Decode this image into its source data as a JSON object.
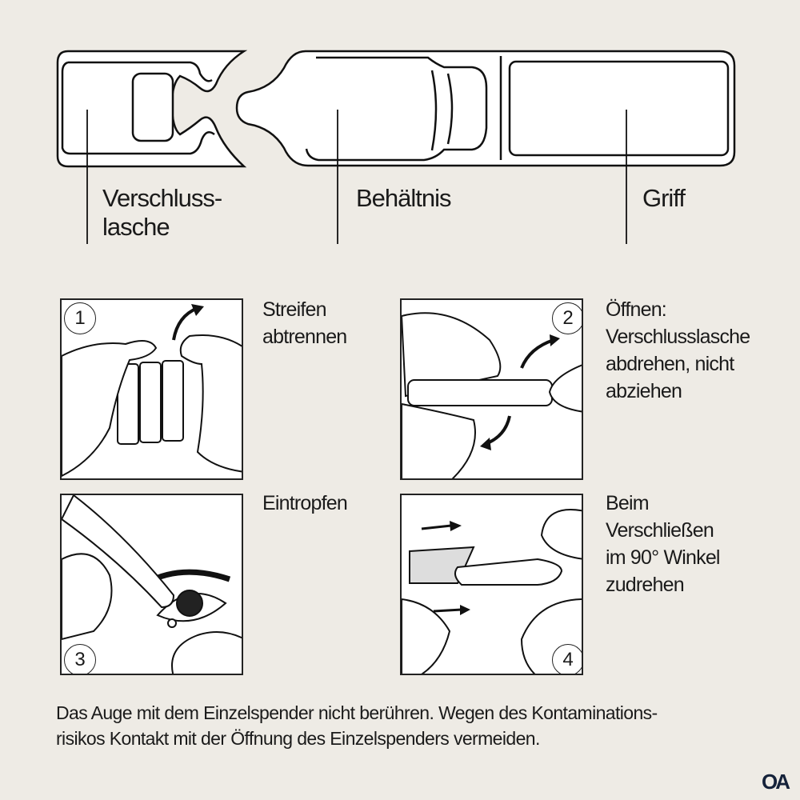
{
  "ampoule_labels": {
    "cap": "Verschluss-\nlasche",
    "cap_line1": "Verschluss-",
    "cap_line2": "lasche",
    "container": "Behältnis",
    "handle": "Griff"
  },
  "steps": [
    {
      "number": "1",
      "text": "Streifen\nabtrennen"
    },
    {
      "number": "2",
      "text": "Öffnen:\nVerschlusslasche\nabdrehen, nicht\nabziehen"
    },
    {
      "number": "3",
      "text": "Eintropfen"
    },
    {
      "number": "4",
      "text": "Beim\nVerschließen\nim 90° Winkel\nzudrehen"
    }
  ],
  "footer": {
    "line1": "Das Auge mit dem Einzelspender nicht berühren. Wegen des Kontaminations-",
    "line2": "risikos Kontakt mit der Öffnung des Einzelspenders vermeiden."
  },
  "logo": "OA"
}
